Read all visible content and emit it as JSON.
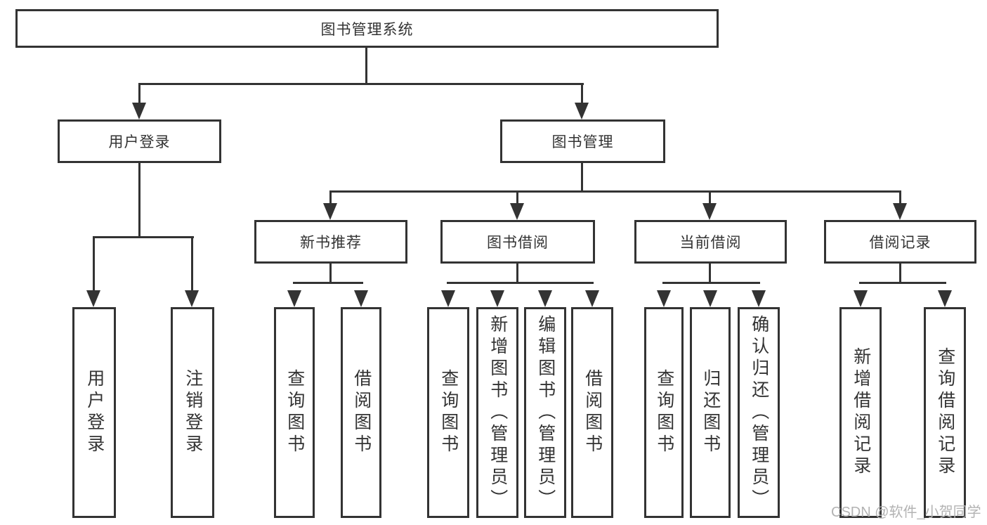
{
  "diagram_title": "图书管理系统",
  "watermark": "CSDN @软件_小贺同学",
  "colors": {
    "line": "#333333",
    "text": "#333333",
    "watermark": "#b3b3b3",
    "background": "#ffffff"
  },
  "root": {
    "id": "library-management-system",
    "label": "图书管理系统"
  },
  "level2": [
    {
      "id": "user-login",
      "label": "用户登录",
      "parent": "图书管理系统"
    },
    {
      "id": "book-management",
      "label": "图书管理",
      "parent": "图书管理系统"
    }
  ],
  "level3": [
    {
      "id": "new-book-recommend",
      "label": "新书推荐",
      "parent": "图书管理"
    },
    {
      "id": "book-borrowing",
      "label": "图书借阅",
      "parent": "图书管理"
    },
    {
      "id": "current-borrowing",
      "label": "当前借阅",
      "parent": "图书管理"
    },
    {
      "id": "borrowing-records",
      "label": "借阅记录",
      "parent": "图书管理"
    }
  ],
  "leaves": [
    {
      "id": "user-login-leaf",
      "label": "用户登录",
      "parent": "用户登录"
    },
    {
      "id": "logout",
      "label": "注销登录",
      "parent": "用户登录"
    },
    {
      "id": "query-books-recommend",
      "label": "查询图书",
      "parent": "新书推荐"
    },
    {
      "id": "borrow-books-recommend",
      "label": "借阅图书",
      "parent": "新书推荐"
    },
    {
      "id": "query-books-borrowing",
      "label": "查询图书",
      "parent": "图书借阅"
    },
    {
      "id": "add-books-admin",
      "label": "新增图书（管理员）",
      "parent": "图书借阅"
    },
    {
      "id": "edit-books-admin",
      "label": "编辑图书（管理员）",
      "parent": "图书借阅"
    },
    {
      "id": "borrow-books-borrowing",
      "label": "借阅图书",
      "parent": "图书借阅"
    },
    {
      "id": "query-books-current",
      "label": "查询图书",
      "parent": "当前借阅"
    },
    {
      "id": "return-books",
      "label": "归还图书",
      "parent": "当前借阅"
    },
    {
      "id": "confirm-return-admin",
      "label": "确认归还（管理员）",
      "parent": "当前借阅"
    },
    {
      "id": "add-borrow-record",
      "label": "新增借阅记录",
      "parent": "借阅记录"
    },
    {
      "id": "query-borrow-record",
      "label": "查询借阅记录",
      "parent": "借阅记录"
    }
  ]
}
